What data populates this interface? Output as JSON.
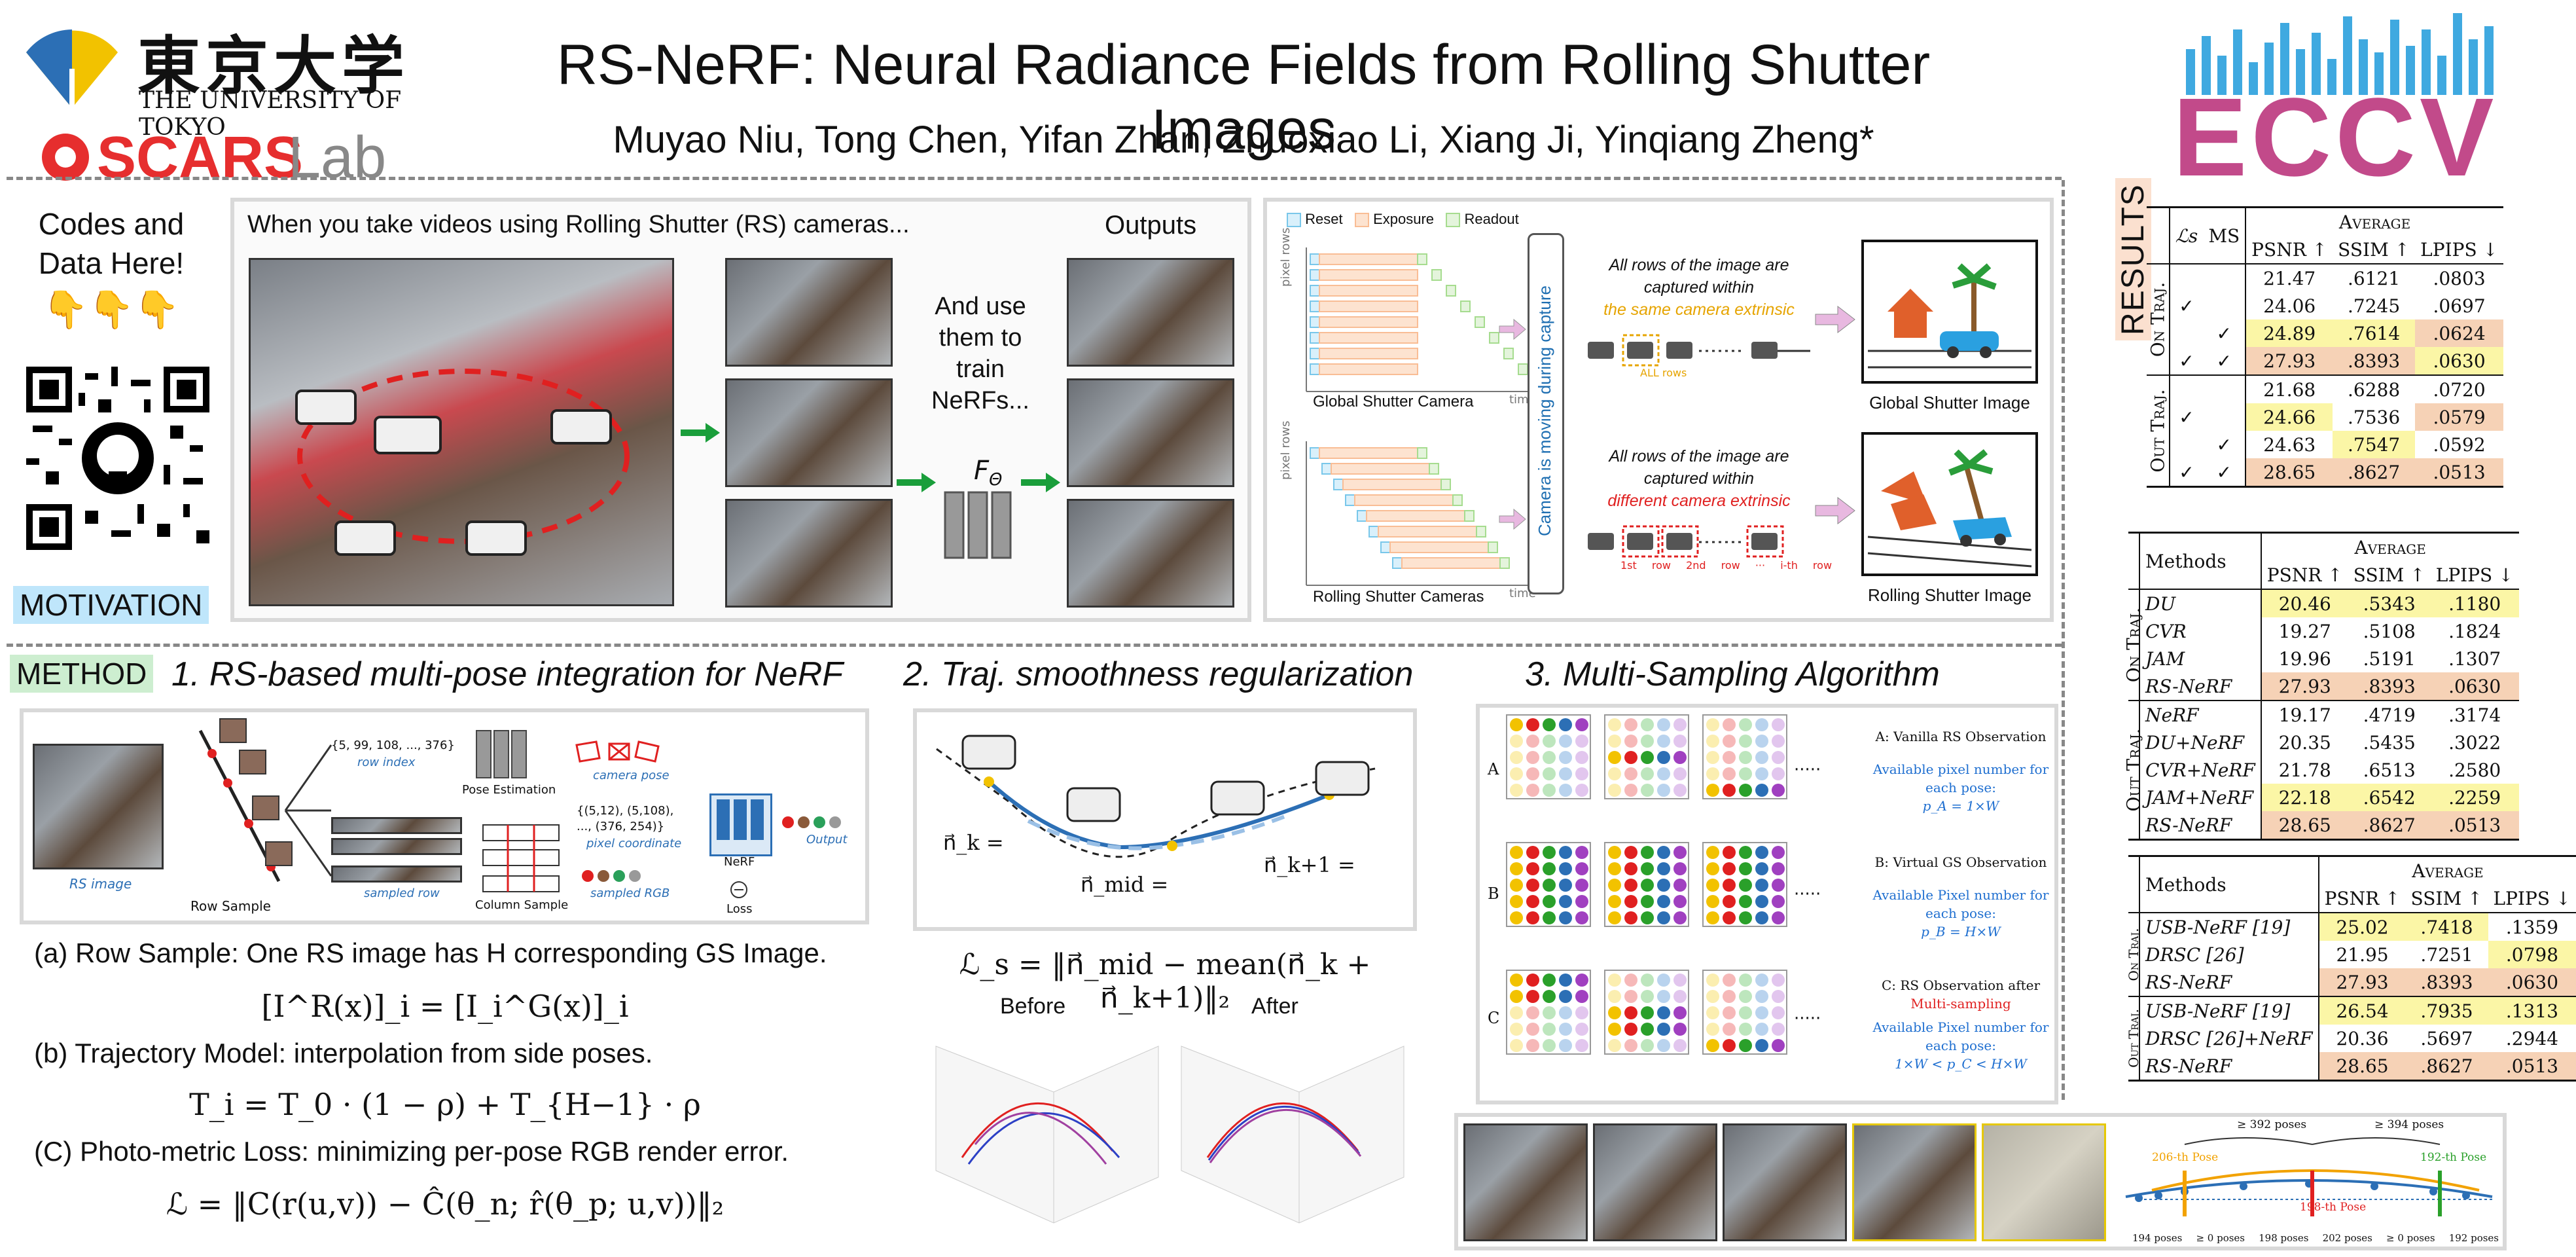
{
  "header": {
    "title": "RS-NeRF: Neural Radiance Fields from Rolling Shutter Images",
    "authors": "Muyao Niu, Tong Chen, Yifan Zhan, Zhuoxiao Li, Xiang Ji, Yinqiang Zheng*",
    "univ_kanji": "東京大学",
    "univ_name": "THE UNIVERSITY OF TOKYO",
    "lab_name_1": "SCARS",
    "lab_name_2": "Lab",
    "conf_logo": "ECCV"
  },
  "left": {
    "codes_label": "Codes and Data Here!",
    "pointing": "👇👇👇",
    "motivation_tag": "MOTIVATION",
    "method_tag": "METHOD"
  },
  "motivation": {
    "intro": "When you take videos using Rolling Shutter (RS) cameras...",
    "outputs": "Outputs",
    "train_text": "And use them to train NeRFs...",
    "f_theta": "F",
    "f_sub": "Θ",
    "legend": [
      "Reset",
      "Exposure",
      "Readout"
    ],
    "legend_colors": [
      "#79c7ea",
      "#f9bd95",
      "#a6dc8f"
    ],
    "gs_caption": "Global Shutter Camera",
    "rs_caption": "Rolling Shutter Cameras",
    "axis_pixel_rows": "pixel rows",
    "axis_time": "time",
    "moving": "Camera is moving during capture",
    "gs_text_1": "All rows of the image are",
    "gs_text_2": "captured within",
    "gs_text_3": "the same camera extrinsic",
    "rs_text_1": "All rows of the image are",
    "rs_text_2": "captured within",
    "rs_text_3": "different camera extrinsic",
    "all_rows": "ALL rows",
    "row_labels": [
      "1st row",
      "2nd row",
      "···",
      "i-th row"
    ],
    "gs_image_caption": "Global Shutter Image",
    "rs_image_caption": "Rolling Shutter Image"
  },
  "method": {
    "s1_title": "1. RS-based multi-pose integration for NeRF",
    "s2_title": "2. Traj. smoothness regularization",
    "s3_title": "3. Multi-Sampling Algorithm",
    "diag": {
      "rs_image": "RS image",
      "row_sample": "Row Sample",
      "row_index_vals": "{5, 99, 108, ..., 376}",
      "row_index": "row index",
      "pose_est": "Pose Estimation",
      "camera_pose": "camera pose",
      "pix_vals_1": "{(5,12), (5,108),",
      "pix_vals_2": "..., (376, 254)}",
      "pixel_coord": "pixel coordinate",
      "sampled_row": "sampled row",
      "column_sample": "Column Sample",
      "sampled_rgb": "sampled RGB",
      "nerf": "NeRF",
      "output": "Output",
      "loss": "Loss"
    },
    "a_text": "(a) Row Sample: One RS image has H corresponding GS Image.",
    "a_eq": "[I^R(x)]_i = [I_i^G(x)]_i",
    "b_text": "(b) Trajectory Model: interpolation from side poses.",
    "b_eq": "T_i = T_0 · (1 − ρ) + T_{H−1} · ρ",
    "c_text": "(C) Photo-metric Loss: minimizing per-pose RGB render error.",
    "c_eq": "ℒ = ‖C(r(u,v)) − Ĉ(θ_n; r̂(θ_p; u,v))‖₂",
    "s2_nk": "n⃗_k =",
    "s2_nmid": "n⃗_mid =",
    "s2_nk1": "n⃗_k+1 =",
    "s2_loss": "ℒ_s = ‖n⃗_mid − mean(n⃗_k + n⃗_k+1)‖₂",
    "before": "Before",
    "after": "After",
    "ms_A_title": "A: Vanilla RS Observation",
    "ms_A_sub": "Available pixel number for each pose:",
    "ms_A_eq": "p_A = 1×W",
    "ms_B_title": "B: Virtual GS Observation",
    "ms_B_sub": "Available Pixel number for each pose:",
    "ms_B_eq": "p_B = H×W",
    "ms_C_title": "C: RS Observation after",
    "ms_C_title2": "Multi-sampling",
    "ms_C_sub": "Available Pixel number for each pose:",
    "ms_C_eq": "1×W < p_C < H×W",
    "ms_rows": [
      "A",
      "B",
      "C"
    ],
    "dots": "·····",
    "traj_poses_top1": "≥ 392 poses",
    "traj_poses_top2": "≥ 394 poses",
    "traj_206": "206-th Pose",
    "traj_198": "198-th Pose",
    "traj_192": "192-th Pose",
    "traj_bottom": [
      "194 poses",
      "≥ 0 poses",
      "198 poses",
      "202 poses",
      "≥ 0 poses",
      "192 poses"
    ]
  },
  "results": {
    "label": "RESULTS",
    "t1": {
      "head_ls": "ℒs",
      "head_ms": "MS",
      "head_avg": "Average",
      "cols": [
        "PSNR ↑",
        "SSIM ↑",
        "LPIPS ↓"
      ],
      "group_on": "On Traj.",
      "group_out": "Out Traj.",
      "rows_on": [
        {
          "ls": "",
          "ms": "",
          "v": [
            "21.47",
            ".6121",
            ".0803"
          ],
          "hl": [
            "",
            "",
            ""
          ]
        },
        {
          "ls": "✓",
          "ms": "",
          "v": [
            "24.06",
            ".7245",
            ".0697"
          ],
          "hl": [
            "",
            "",
            ""
          ]
        },
        {
          "ls": "",
          "ms": "✓",
          "v": [
            "24.89",
            ".7614",
            ".0624"
          ],
          "hl": [
            "y",
            "y",
            "o"
          ]
        },
        {
          "ls": "✓",
          "ms": "✓",
          "v": [
            "27.93",
            ".8393",
            ".0630"
          ],
          "hl": [
            "o",
            "o",
            "y"
          ]
        }
      ],
      "rows_out": [
        {
          "ls": "",
          "ms": "",
          "v": [
            "21.68",
            ".6288",
            ".0720"
          ],
          "hl": [
            "",
            "",
            ""
          ]
        },
        {
          "ls": "✓",
          "ms": "",
          "v": [
            "24.66",
            ".7536",
            ".0579"
          ],
          "hl": [
            "y",
            "",
            "o"
          ]
        },
        {
          "ls": "",
          "ms": "✓",
          "v": [
            "24.63",
            ".7547",
            ".0592"
          ],
          "hl": [
            "",
            "y",
            ""
          ]
        },
        {
          "ls": "✓",
          "ms": "✓",
          "v": [
            "28.65",
            ".8627",
            ".0513"
          ],
          "hl": [
            "o",
            "o",
            "o"
          ]
        }
      ]
    },
    "t2": {
      "head_methods": "Methods",
      "head_avg": "Average",
      "cols": [
        "PSNR ↑",
        "SSIM ↑",
        "LPIPS ↓"
      ],
      "group_on": "On Traj.",
      "group_out": "Out Traj.",
      "rows_on": [
        {
          "m": "DU",
          "v": [
            "20.46",
            ".5343",
            ".1180"
          ],
          "hl": [
            "y",
            "y",
            "y"
          ]
        },
        {
          "m": "CVR",
          "v": [
            "19.27",
            ".5108",
            ".1824"
          ],
          "hl": [
            "",
            "",
            ""
          ]
        },
        {
          "m": "JAM",
          "v": [
            "19.96",
            ".5191",
            ".1307"
          ],
          "hl": [
            "",
            "",
            ""
          ]
        },
        {
          "m": "RS-NeRF",
          "v": [
            "27.93",
            ".8393",
            ".0630"
          ],
          "hl": [
            "o",
            "o",
            "o"
          ]
        }
      ],
      "rows_out": [
        {
          "m": "NeRF",
          "v": [
            "19.17",
            ".4719",
            ".3174"
          ],
          "hl": [
            "",
            "",
            ""
          ]
        },
        {
          "m": "DU+NeRF",
          "v": [
            "20.35",
            ".5435",
            ".3022"
          ],
          "hl": [
            "",
            "",
            ""
          ]
        },
        {
          "m": "CVR+NeRF",
          "v": [
            "21.78",
            ".6513",
            ".2580"
          ],
          "hl": [
            "",
            "",
            ""
          ]
        },
        {
          "m": "JAM+NeRF",
          "v": [
            "22.18",
            ".6542",
            ".2259"
          ],
          "hl": [
            "y",
            "y",
            "y"
          ]
        },
        {
          "m": "RS-NeRF",
          "v": [
            "28.65",
            ".8627",
            ".0513"
          ],
          "hl": [
            "o",
            "o",
            "o"
          ]
        }
      ]
    },
    "t3": {
      "head_methods": "Methods",
      "head_avg": "Average",
      "cols": [
        "PSNR ↑",
        "SSIM ↑",
        "LPIPS ↓"
      ],
      "group_on": "On Traj.",
      "group_out": "Out Traj.",
      "rows_on": [
        {
          "m": "USB-NeRF [19]",
          "v": [
            "25.02",
            ".7418",
            ".1359"
          ],
          "hl": [
            "y",
            "y",
            ""
          ]
        },
        {
          "m": "DRSC [26]",
          "v": [
            "21.95",
            ".7251",
            ".0798"
          ],
          "hl": [
            "",
            "",
            "y"
          ]
        },
        {
          "m": "RS-NeRF",
          "v": [
            "27.93",
            ".8393",
            ".0630"
          ],
          "hl": [
            "o",
            "o",
            "o"
          ]
        }
      ],
      "rows_out": [
        {
          "m": "USB-NeRF [19]",
          "v": [
            "26.54",
            ".7935",
            ".1313"
          ],
          "hl": [
            "y",
            "y",
            "y"
          ]
        },
        {
          "m": "DRSC [26]+NeRF",
          "v": [
            "20.36",
            ".5697",
            ".2944"
          ],
          "hl": [
            "",
            "",
            ""
          ]
        },
        {
          "m": "RS-NeRF",
          "v": [
            "28.65",
            ".8627",
            ".0513"
          ],
          "hl": [
            "o",
            "o",
            "o"
          ]
        }
      ]
    }
  }
}
